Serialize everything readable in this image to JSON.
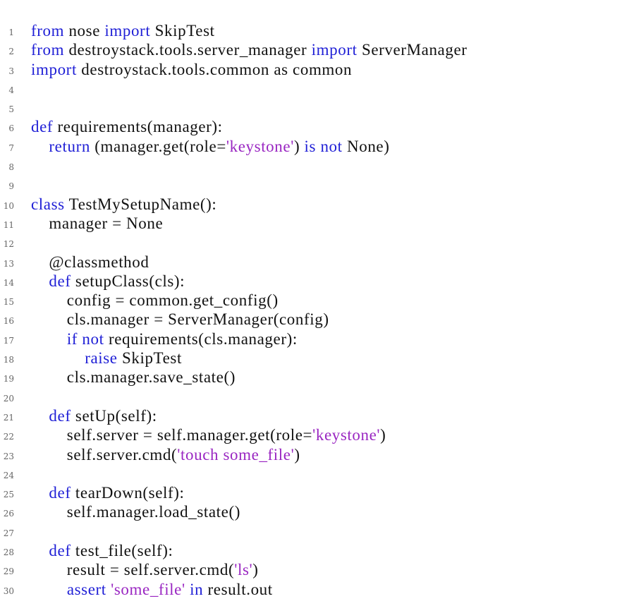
{
  "colors": {
    "keyword": "#1f1fd6",
    "string": "#9a27c2",
    "text": "#111111",
    "line_number": "#666666"
  },
  "lines": [
    {
      "n": "1",
      "tokens": [
        {
          "t": "kw",
          "v": "from"
        },
        {
          "t": "",
          "v": " nose "
        },
        {
          "t": "kw",
          "v": "import"
        },
        {
          "t": "",
          "v": " SkipTest"
        }
      ]
    },
    {
      "n": "2",
      "tokens": [
        {
          "t": "kw",
          "v": "from"
        },
        {
          "t": "",
          "v": " destroystack.tools.server_manager "
        },
        {
          "t": "kw",
          "v": "import"
        },
        {
          "t": "",
          "v": " ServerManager"
        }
      ]
    },
    {
      "n": "3",
      "tokens": [
        {
          "t": "kw",
          "v": "import"
        },
        {
          "t": "",
          "v": " destroystack.tools.common as common"
        }
      ]
    },
    {
      "n": "4",
      "tokens": []
    },
    {
      "n": "5",
      "tokens": []
    },
    {
      "n": "6",
      "tokens": [
        {
          "t": "kw",
          "v": "def"
        },
        {
          "t": "",
          "v": " requirements(manager):"
        }
      ]
    },
    {
      "n": "7",
      "tokens": [
        {
          "t": "",
          "v": "    "
        },
        {
          "t": "kw",
          "v": "return"
        },
        {
          "t": "",
          "v": " (manager.get(role="
        },
        {
          "t": "str",
          "v": "'keystone'"
        },
        {
          "t": "",
          "v": ") "
        },
        {
          "t": "kw",
          "v": "is"
        },
        {
          "t": "",
          "v": " "
        },
        {
          "t": "kw",
          "v": "not"
        },
        {
          "t": "",
          "v": " None)"
        }
      ]
    },
    {
      "n": "8",
      "tokens": []
    },
    {
      "n": "9",
      "tokens": []
    },
    {
      "n": "10",
      "tokens": [
        {
          "t": "kw",
          "v": "class"
        },
        {
          "t": "",
          "v": " TestMySetupName():"
        }
      ]
    },
    {
      "n": "11",
      "tokens": [
        {
          "t": "",
          "v": "    manager = None"
        }
      ]
    },
    {
      "n": "12",
      "tokens": []
    },
    {
      "n": "13",
      "tokens": [
        {
          "t": "",
          "v": "    @classmethod"
        }
      ]
    },
    {
      "n": "14",
      "tokens": [
        {
          "t": "",
          "v": "    "
        },
        {
          "t": "kw",
          "v": "def"
        },
        {
          "t": "",
          "v": " setupClass(cls):"
        }
      ]
    },
    {
      "n": "15",
      "tokens": [
        {
          "t": "",
          "v": "        config = common.get_config()"
        }
      ]
    },
    {
      "n": "16",
      "tokens": [
        {
          "t": "",
          "v": "        cls.manager = ServerManager(config)"
        }
      ]
    },
    {
      "n": "17",
      "tokens": [
        {
          "t": "",
          "v": "        "
        },
        {
          "t": "kw",
          "v": "if"
        },
        {
          "t": "",
          "v": " "
        },
        {
          "t": "kw",
          "v": "not"
        },
        {
          "t": "",
          "v": " requirements(cls.manager):"
        }
      ]
    },
    {
      "n": "18",
      "tokens": [
        {
          "t": "",
          "v": "            "
        },
        {
          "t": "kw",
          "v": "raise"
        },
        {
          "t": "",
          "v": " SkipTest"
        }
      ]
    },
    {
      "n": "19",
      "tokens": [
        {
          "t": "",
          "v": "        cls.manager.save_state()"
        }
      ]
    },
    {
      "n": "20",
      "tokens": []
    },
    {
      "n": "21",
      "tokens": [
        {
          "t": "",
          "v": "    "
        },
        {
          "t": "kw",
          "v": "def"
        },
        {
          "t": "",
          "v": " setUp(self):"
        }
      ]
    },
    {
      "n": "22",
      "tokens": [
        {
          "t": "",
          "v": "        self.server = self.manager.get(role="
        },
        {
          "t": "str",
          "v": "'keystone'"
        },
        {
          "t": "",
          "v": ")"
        }
      ]
    },
    {
      "n": "23",
      "tokens": [
        {
          "t": "",
          "v": "        self.server.cmd("
        },
        {
          "t": "str",
          "v": "'touch some_file'"
        },
        {
          "t": "",
          "v": ")"
        }
      ]
    },
    {
      "n": "24",
      "tokens": []
    },
    {
      "n": "25",
      "tokens": [
        {
          "t": "",
          "v": "    "
        },
        {
          "t": "kw",
          "v": "def"
        },
        {
          "t": "",
          "v": " tearDown(self):"
        }
      ]
    },
    {
      "n": "26",
      "tokens": [
        {
          "t": "",
          "v": "        self.manager.load_state()"
        }
      ]
    },
    {
      "n": "27",
      "tokens": []
    },
    {
      "n": "28",
      "tokens": [
        {
          "t": "",
          "v": "    "
        },
        {
          "t": "kw",
          "v": "def"
        },
        {
          "t": "",
          "v": " test_file(self):"
        }
      ]
    },
    {
      "n": "29",
      "tokens": [
        {
          "t": "",
          "v": "        result = self.server.cmd("
        },
        {
          "t": "str",
          "v": "'ls'"
        },
        {
          "t": "",
          "v": ")"
        }
      ]
    },
    {
      "n": "30",
      "tokens": [
        {
          "t": "",
          "v": "        "
        },
        {
          "t": "kw",
          "v": "assert"
        },
        {
          "t": "",
          "v": " "
        },
        {
          "t": "str",
          "v": "'some_file'"
        },
        {
          "t": "",
          "v": " "
        },
        {
          "t": "kw",
          "v": "in"
        },
        {
          "t": "",
          "v": " result.out"
        }
      ]
    }
  ]
}
